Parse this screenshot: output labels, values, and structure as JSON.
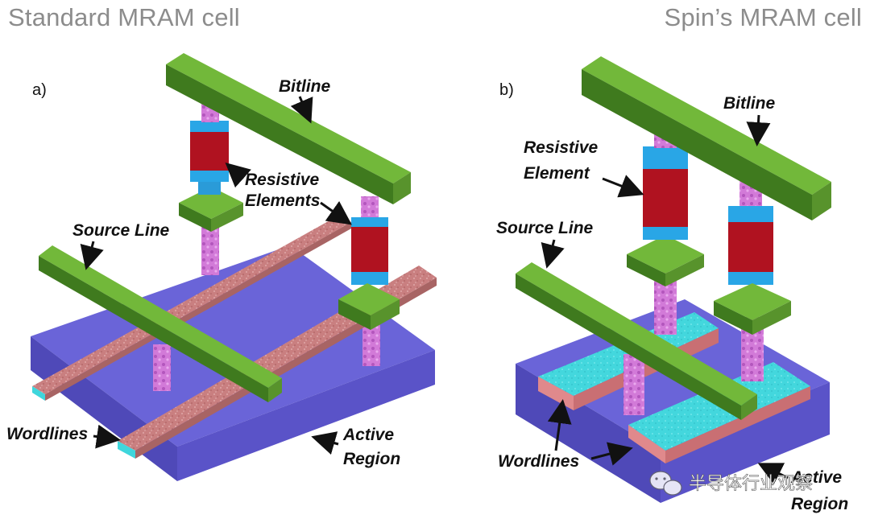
{
  "titles": {
    "left": "Standard MRAM cell",
    "right": "Spin’s MRAM cell"
  },
  "panel_a": {
    "tag": "a)",
    "labels": {
      "bitline": "Bitline",
      "resistive_1": "Resistive",
      "resistive_2": "Elements",
      "source_line": "Source Line",
      "wordlines": "Wordlines",
      "active_1": "Active",
      "active_2": "Region"
    }
  },
  "panel_b": {
    "tag": "b)",
    "labels": {
      "resistive_1": "Resistive",
      "resistive_2": "Element",
      "bitline": "Bitline",
      "source_line": "Source Line",
      "wordlines": "Wordlines",
      "active_1": "Active",
      "active_2": "Region"
    }
  },
  "watermark": "半导体行业观察",
  "colors": {
    "bitline_top": "#72b83a",
    "bitline_side": "#3f7a1e",
    "active_region": "#6a64d8",
    "wordline_red": "#c98a8a",
    "wordline_cyan": "#3fd6dc",
    "via_pink": "#d27ad8",
    "mtj_red": "#b01220",
    "mtj_blue": "#29a6e6",
    "title_gray": "#8c8c8c"
  }
}
